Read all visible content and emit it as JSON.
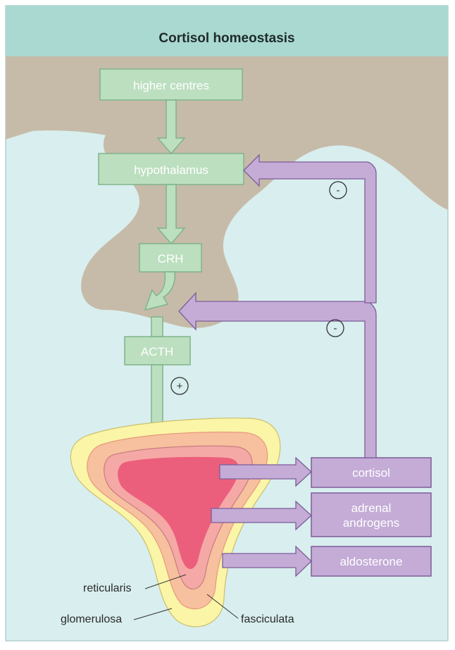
{
  "title": "Cortisol homeostasis",
  "nodes": {
    "higher_centres": "higher centres",
    "hypothalamus": "hypothalamus",
    "crh": "CRH",
    "acth": "ACTH",
    "cortisol": "cortisol",
    "adrenal_androgens_line1": "adrenal",
    "adrenal_androgens_line2": "androgens",
    "aldosterone": "aldosterone"
  },
  "signs": {
    "negative_hypothalamus": "-",
    "negative_pituitary": "-",
    "positive_acth": "+"
  },
  "zones": {
    "reticularis": "reticularis",
    "glomerulosa": "glomerulosa",
    "fasciculata": "fasciculata"
  },
  "colors": {
    "header": "#a8d8d0",
    "background": "#d6ecec",
    "brain": "#c5b9a8",
    "green_box": "#b8dcbc",
    "green_box_stroke": "#6fa97a",
    "purple": "#c3abd6",
    "purple_stroke": "#7c5d98",
    "glomerulosa": "#fbf5a8",
    "fasciculata": "#f7bfa0",
    "reticularis_ring": "#f8a7a3",
    "medulla": "#ec5f7c"
  }
}
